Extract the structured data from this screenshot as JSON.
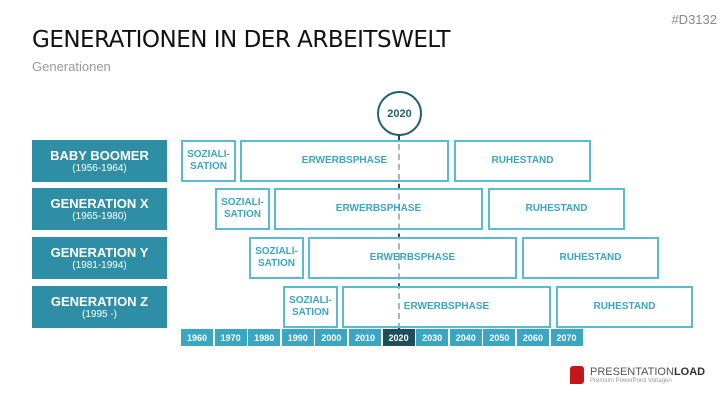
{
  "code": "#D3132",
  "title": "GENERATIONEN IN DER ARBEITSWELT",
  "subtitle": "Generationen",
  "current_year": "2020",
  "phases": {
    "soz": "SOZIALI-\nSATION",
    "erwerb": "ERWERBSPHASE",
    "ruhe": "RUHESTAND"
  },
  "generations": [
    {
      "name": "BABY BOOMER",
      "years": "(1956-1964)"
    },
    {
      "name": "GENERATION X",
      "years": "(1965-1980)"
    },
    {
      "name": "GENERATION Y",
      "years": "(1981-1994)"
    },
    {
      "name": "GENERATION Z",
      "years": "(1995 -)"
    }
  ],
  "timeline": [
    "1960",
    "1970",
    "1980",
    "1990",
    "2000",
    "2010",
    "2020",
    "2030",
    "2040",
    "2050",
    "2060",
    "2070"
  ],
  "logo": {
    "brand": "PRESENTATION",
    "brand_bold": "LOAD",
    "tagline": "Premium PowerPoint Vorlagen"
  },
  "colors": {
    "accent": "#3aa6c2",
    "dark": "#1d4e5c",
    "label_bg": "#2e8ea6"
  }
}
